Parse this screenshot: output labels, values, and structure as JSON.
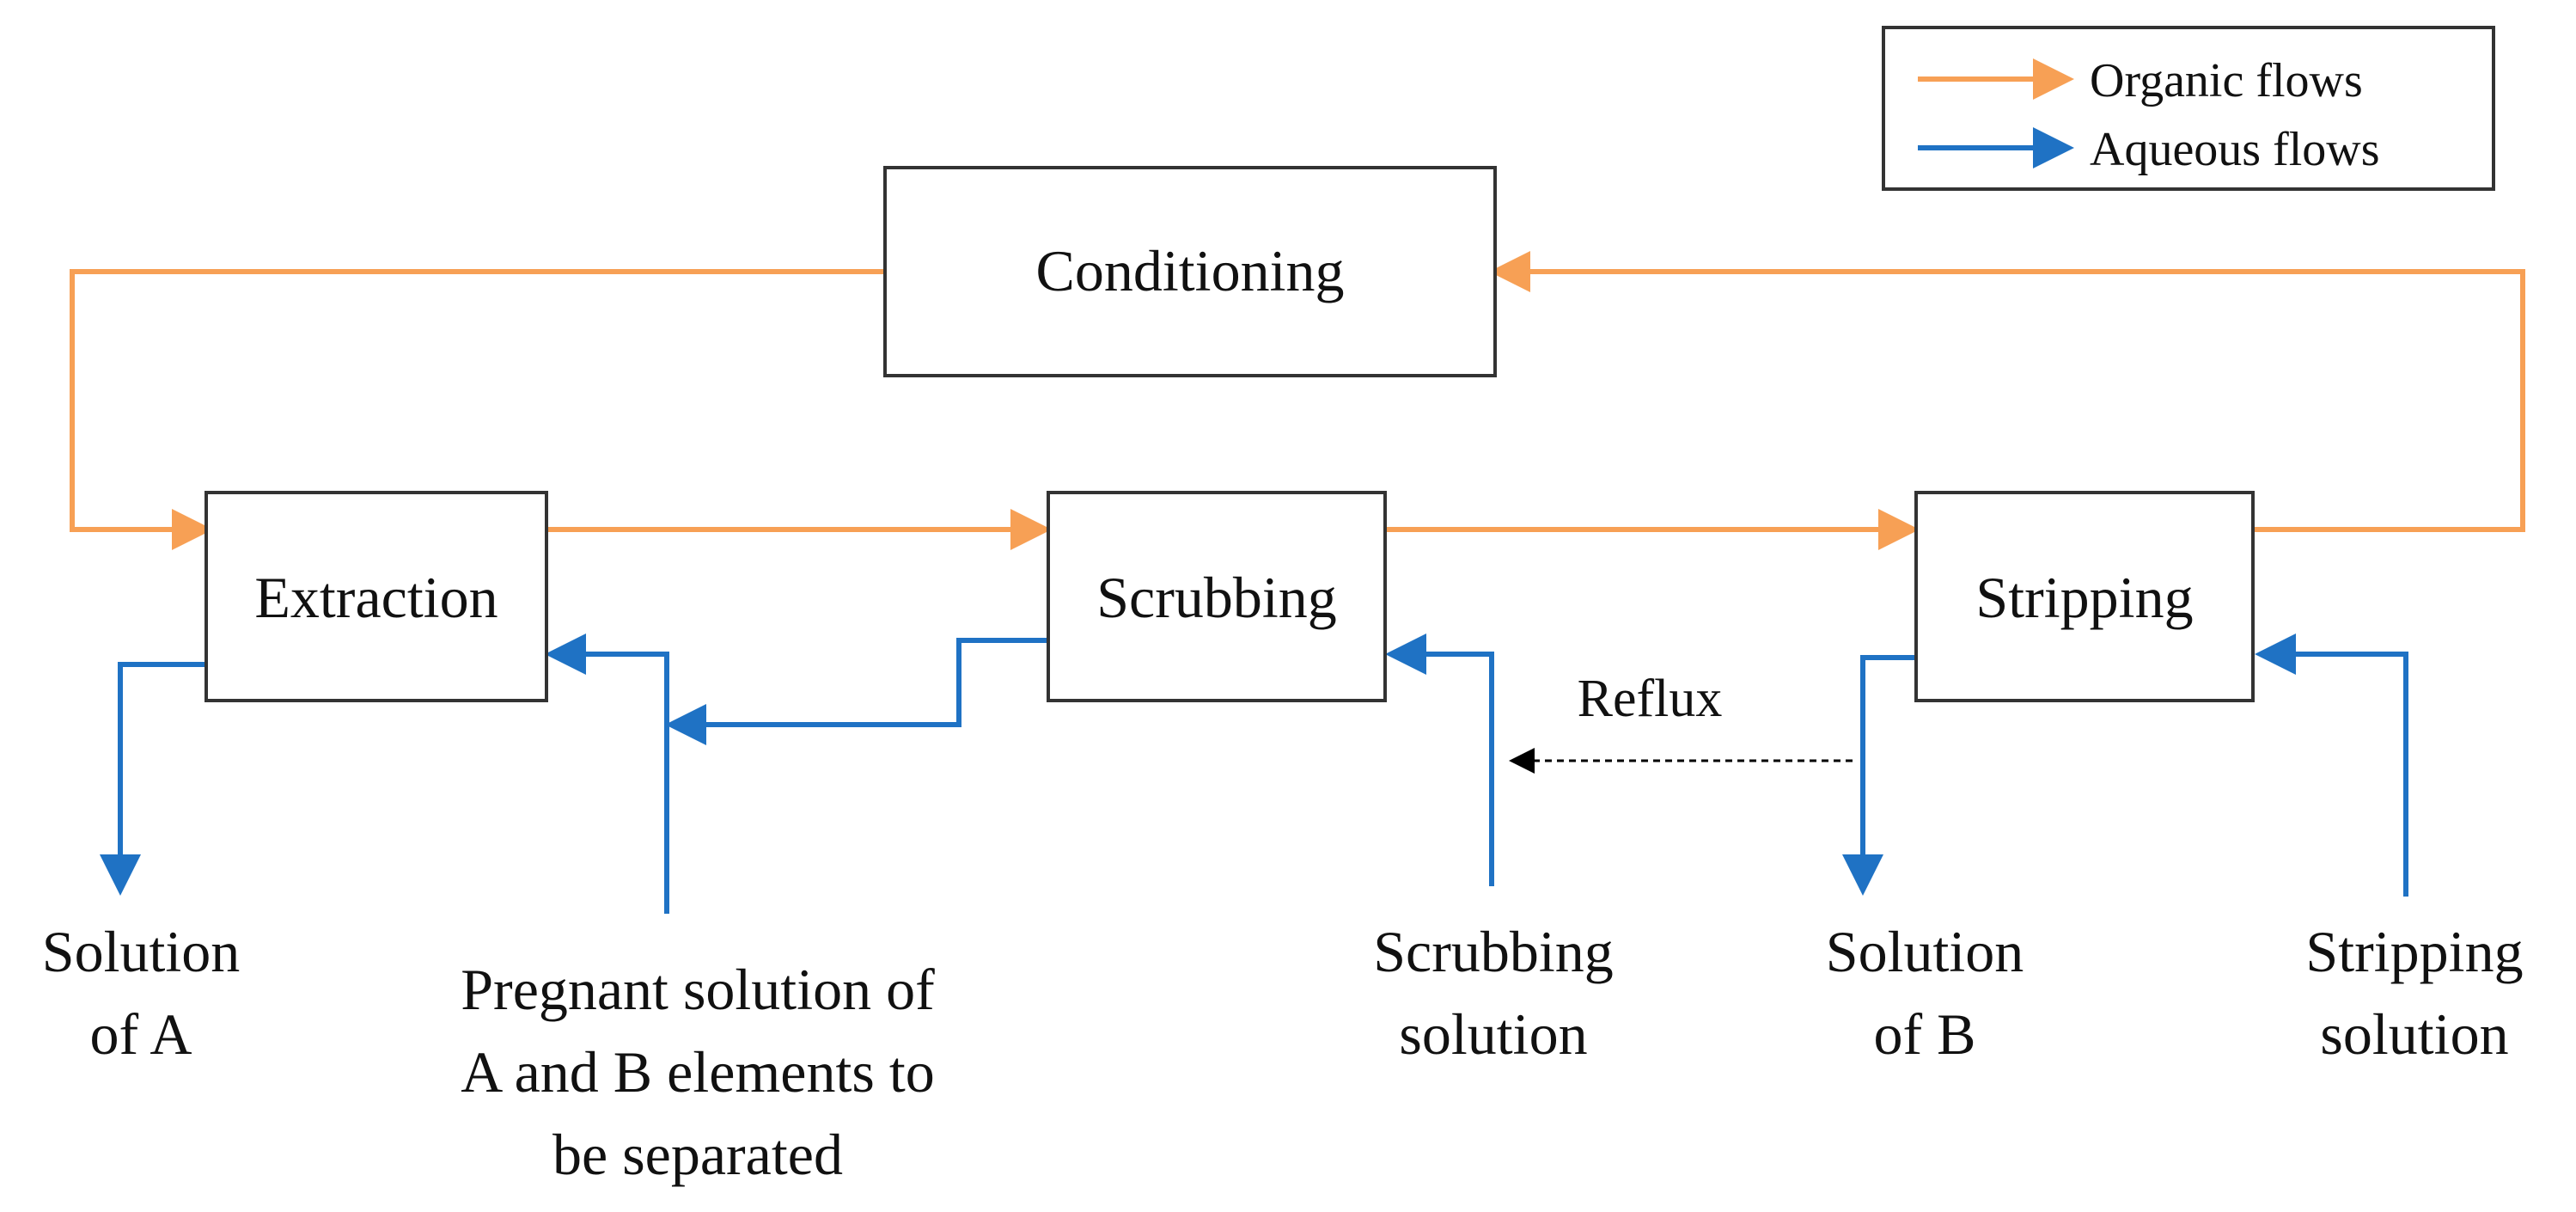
{
  "colors": {
    "organic": "#f7a055",
    "aqueous": "#1f72c4",
    "reflux": "#000000",
    "box_stroke": "#333333"
  },
  "legend": {
    "organic_label": "Organic flows",
    "aqueous_label": "Aqueous flows"
  },
  "boxes": {
    "conditioning": "Conditioning",
    "extraction": "Extraction",
    "scrubbing": "Scrubbing",
    "stripping": "Stripping"
  },
  "labels": {
    "solution_a": [
      "Solution",
      "of A"
    ],
    "pregnant": [
      "Pregnant solution of",
      "A and B elements to",
      "be separated"
    ],
    "scrubbing_solution": [
      "Scrubbing",
      "solution"
    ],
    "solution_b": [
      "Solution",
      "of B"
    ],
    "stripping_solution": [
      "Stripping",
      "solution"
    ],
    "reflux": "Reflux"
  }
}
